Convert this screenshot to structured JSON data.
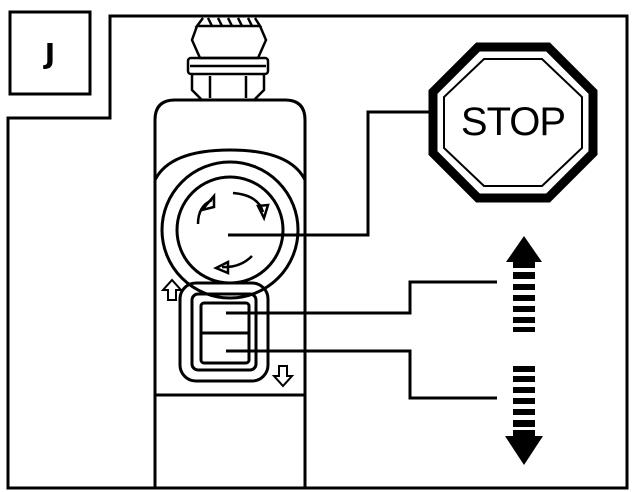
{
  "step_label": "J",
  "stop_sign_text": "STOP",
  "icons": {
    "emergency_stop": "twist-release-mushroom-button",
    "stop_sign": "octagon-stop-sign",
    "up_arrow": "dashed-up-arrow",
    "down_arrow": "dashed-down-arrow",
    "rocker": "up-down-rocker-switch"
  },
  "colors": {
    "ink": "#000000",
    "paper": "#ffffff"
  }
}
